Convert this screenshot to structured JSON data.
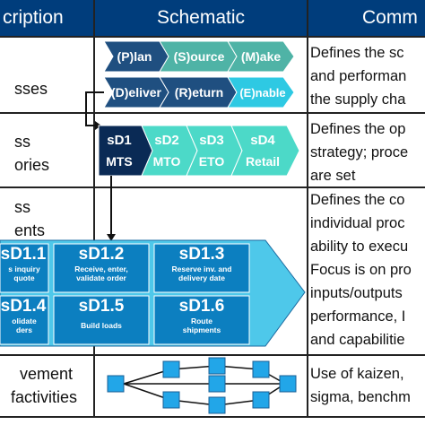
{
  "header": {
    "col1": "cription",
    "col2": "Schematic",
    "col3": "Comm"
  },
  "rows": {
    "r1": {
      "label": "sses",
      "comment": [
        "Defines the sc",
        "and performan",
        "the supply cha"
      ]
    },
    "r2": {
      "label_lines": [
        "ss",
        "ories"
      ],
      "comment": [
        "Defines the op",
        "strategy; proce",
        "are set"
      ]
    },
    "r3": {
      "label_lines": [
        "ss",
        "ents"
      ],
      "comment": [
        "Defines the co",
        "individual proc",
        "ability to execu",
        "Focus is on pro",
        "inputs/outputs",
        "performance, I",
        "and capabilitie"
      ]
    },
    "r4": {
      "label_lines": [
        "vement",
        "factivities"
      ],
      "comment": [
        "Use of kaizen,",
        "sigma, benchm"
      ]
    }
  },
  "chevrons_top": [
    "(P)lan",
    "(S)ource",
    "(M)ake"
  ],
  "chevrons_bottom": [
    "(D)eliver",
    "(R)eturn",
    "(E)nable"
  ],
  "strategy": [
    {
      "code": "sD1",
      "name": "MTS"
    },
    {
      "code": "sD2",
      "name": "MTO"
    },
    {
      "code": "sD3",
      "name": "ETO"
    },
    {
      "code": "sD4",
      "name": "Retail"
    }
  ],
  "elements": [
    {
      "code": "sD1.1",
      "desc": [
        "s inquiry",
        "quote"
      ]
    },
    {
      "code": "sD1.2",
      "desc": [
        "Receive, enter,",
        "validate order"
      ]
    },
    {
      "code": "sD1.3",
      "desc": [
        "Reserve inv. and",
        "delivery date"
      ]
    },
    {
      "code": "sD1.4",
      "desc": [
        "olidate",
        "ders"
      ]
    },
    {
      "code": "sD1.5",
      "desc": [
        "Build loads",
        ""
      ]
    },
    {
      "code": "sD1.6",
      "desc": [
        "Route",
        "shipments"
      ]
    }
  ],
  "colors": {
    "header": "#003d7c",
    "chevron_dark": "#1f4f80",
    "chevron_teal": "#4fb3a6",
    "chevron_cyan": "#2ec9e3",
    "strategy_dark": "#0a2a55",
    "strategy_light": "#4cd9c8",
    "element_panel": "#4ec8ea",
    "element_box": "#0c7fc0",
    "network_node": "#22a6e8"
  }
}
